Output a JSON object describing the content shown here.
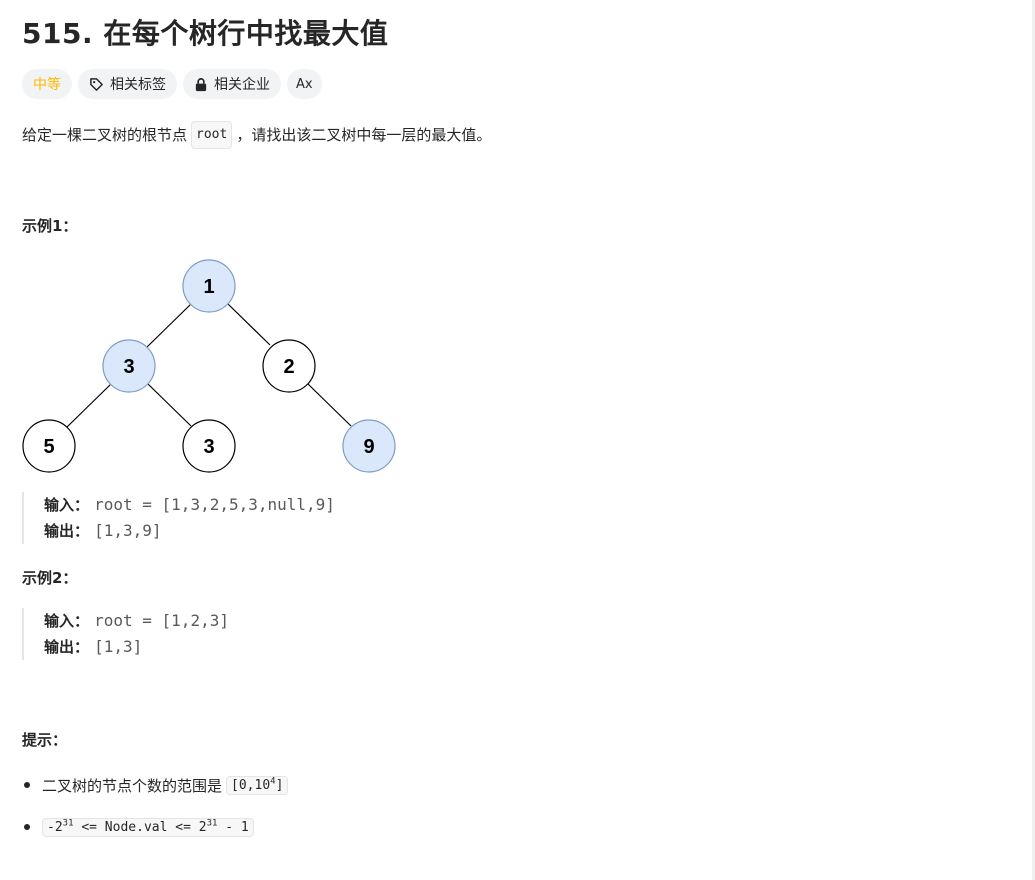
{
  "problem": {
    "title": "515. 在每个树行中找最大值",
    "difficulty": "中等",
    "tags": {
      "related_tags": "相关标签",
      "related_companies": "相关企业",
      "translate": "Ax"
    },
    "description": {
      "before": "给定一棵二叉树的根节点",
      "code": "root",
      "after": "，请找出该二叉树中每一层的最大值。"
    }
  },
  "example1": {
    "heading": "示例1：",
    "tree_nodes": [
      "1",
      "3",
      "2",
      "5",
      "3",
      "9"
    ],
    "input_label": "输入：",
    "input_value": "root = [1,3,2,5,3,null,9]",
    "output_label": "输出：",
    "output_value": "[1,3,9]"
  },
  "example2": {
    "heading": "示例2：",
    "input_label": "输入：",
    "input_value": "root = [1,2,3]",
    "output_label": "输出：",
    "output_value": "[1,3]"
  },
  "hints": {
    "heading": "提示：",
    "item1_text": "二叉树的节点个数的范围是",
    "item1_code_base": "[0,10",
    "item1_code_exp": "4",
    "item1_code_end": "]",
    "item2_part1": "-2",
    "item2_exp1": "31",
    "item2_part2": " <= Node.val <= 2",
    "item2_exp2": "31",
    "item2_part3": " - 1"
  },
  "colors": {
    "highlight_node": "#dbe8fc",
    "highlight_border": "#7f9cc4",
    "difficulty": "#ffb800"
  }
}
